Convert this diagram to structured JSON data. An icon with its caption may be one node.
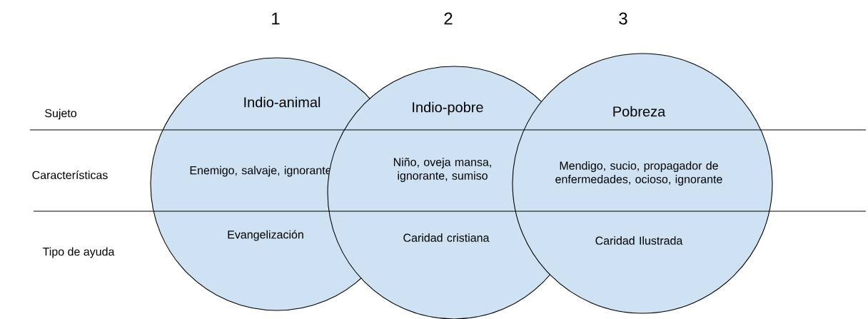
{
  "diagram": {
    "nodes": [
      {
        "text": [
          "Indio-animal",
          "Enemigo, salvaje, ignorante",
          "Evangelización"
        ]
      },
      {
        "text": [
          "Indio-pobre",
          "Niño, oveja mansa, ignorante, sumiso",
          "Caridad cristiana"
        ]
      },
      {
        "text": [
          "Pobreza",
          "Mendigo, sucio, propagador de enfermedades, ocioso, ignorante",
          "Caridad Ilustrada"
        ]
      }
    ],
    "labels": [
      "1",
      "2",
      "3",
      "Sujeto",
      "Características",
      "Tipo de ayuda"
    ]
  }
}
